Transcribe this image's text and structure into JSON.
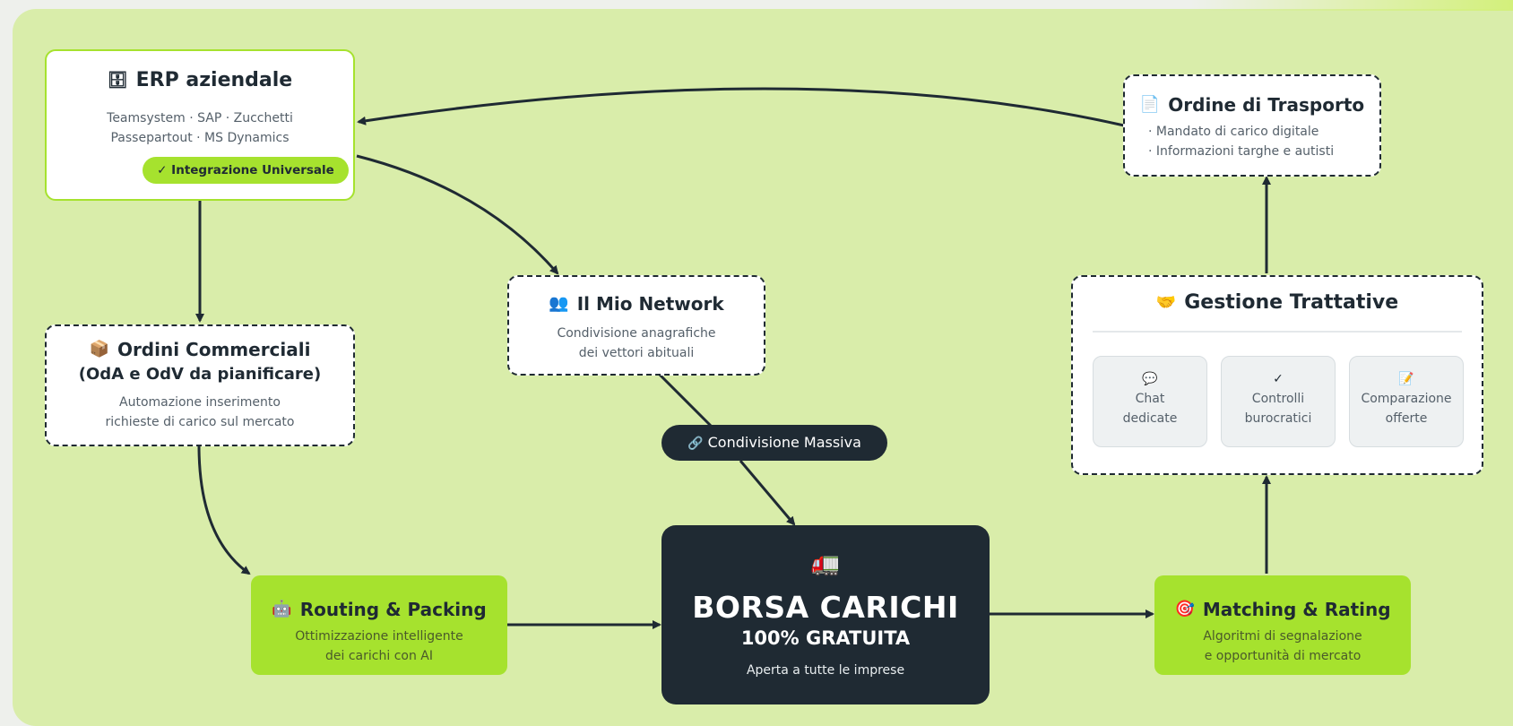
{
  "diagram": {
    "erp": {
      "icon": "🗄",
      "title": "ERP aziendale",
      "line1": "Teamsystem · SAP · Zucchetti",
      "line2": "Passepartout · MS Dynamics",
      "badge": "✓ Integrazione Universale"
    },
    "ordini": {
      "icon": "📦",
      "title": "Ordini Commerciali",
      "title2": "(OdA e OdV da pianificare)",
      "line1": "Automazione inserimento",
      "line2": "richieste di carico sul mercato"
    },
    "network": {
      "icon": "👥",
      "title": "Il Mio Network",
      "line1": "Condivisione anagrafiche",
      "line2": "dei vettori abituali"
    },
    "condivisione": {
      "icon": "🔗",
      "label": "Condivisione Massiva"
    },
    "trasporto": {
      "icon": "📄",
      "title": "Ordine di Trasporto",
      "line1": "· Mandato di carico digitale",
      "line2": "· Informazioni targhe e autisti"
    },
    "trattative": {
      "icon": "🤝",
      "title": "Gestione Trattative",
      "cards": [
        {
          "icon": "💬",
          "line1": "Chat",
          "line2": "dedicate"
        },
        {
          "icon": "✓",
          "line1": "Controlli",
          "line2": "burocratici"
        },
        {
          "icon": "📝",
          "line1": "Comparazione",
          "line2": "offerte"
        }
      ]
    },
    "routing": {
      "icon": "🤖",
      "title": "Routing & Packing",
      "line1": "Ottimizzazione intelligente",
      "line2": "dei carichi con AI"
    },
    "borsa": {
      "icon": "🚛",
      "title": "BORSA CARICHI",
      "subtitle": "100% GRATUITA",
      "caption": "Aperta a tutte le imprese"
    },
    "matching": {
      "icon": "🎯",
      "title": "Matching & Rating",
      "line1": "Algoritmi di segnalazione",
      "line2": "e opportunità di mercato"
    }
  },
  "colors": {
    "background": "#d9edaa",
    "accent_green": "#a6e22e",
    "dark": "#1f2a33",
    "node_white": "#ffffff"
  }
}
